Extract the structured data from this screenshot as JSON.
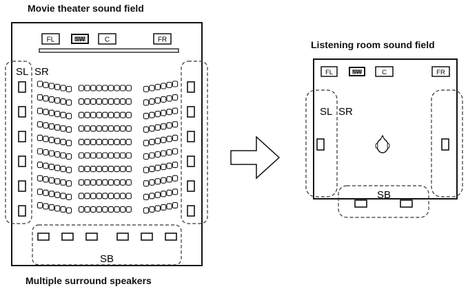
{
  "captions": {
    "theater": "Movie theater sound field",
    "listening": "Listening room sound field",
    "surround": "Multiple surround speakers"
  },
  "theater": {
    "front_speakers": [
      "FL",
      "SW",
      "C",
      "FR"
    ],
    "left_label": "SL",
    "right_label": "SR",
    "back_label": "SB"
  },
  "listening_room": {
    "front_speakers": [
      "FL",
      "SW",
      "C",
      "FR"
    ],
    "left_label": "SL",
    "right_label": "SR",
    "back_label": "SB"
  },
  "icons": {
    "arrow": "right-arrow-icon",
    "listener": "listener-head-icon",
    "seat": "seat-icon",
    "speaker": "speaker-icon"
  },
  "colors": {
    "line": "#111111",
    "background": "#ffffff"
  }
}
